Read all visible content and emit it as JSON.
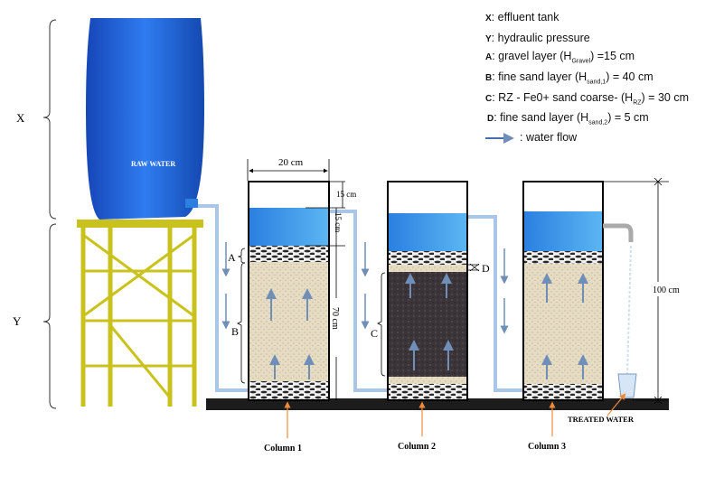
{
  "tank": {
    "label": "RAW WATER"
  },
  "braces": {
    "x_label": "X",
    "y_label": "Y"
  },
  "dimensions": {
    "width": "20 cm",
    "freeboard": "15 cm",
    "water_head": "15 cm",
    "bed_height": "70 cm",
    "total_height": "100 cm"
  },
  "layer_labels": {
    "a": "A",
    "b": "B",
    "c": "C",
    "d": "D"
  },
  "columns": [
    {
      "label": "Column 1"
    },
    {
      "label": "Column 2"
    },
    {
      "label": "Column 3"
    }
  ],
  "outlet": {
    "label": "TREATED WATER"
  },
  "legend": [
    {
      "key": "X",
      "text": ": effluent tank"
    },
    {
      "key": "Y",
      "text": ": hydraulic pressure"
    },
    {
      "key": "A",
      "text": ": gravel layer (H",
      "sub": "Gravel",
      "tail": ") =15 cm"
    },
    {
      "key": "B",
      "text": ": fine sand layer (H",
      "sub": "sand,1",
      "tail": ") = 40 cm"
    },
    {
      "key": "C",
      "text": ": RZ - Fe0+ sand coarse- (H",
      "sub": "RZ",
      "tail": ") = 30 cm"
    },
    {
      "key": "D",
      "text": ": fine sand layer (H",
      "sub": "sand,2",
      "tail": ") = 5 cm"
    },
    {
      "key": "",
      "text": ": water flow"
    }
  ],
  "colors": {
    "water": "#2f8fe8",
    "tank": "#1d63d8",
    "stand": "#c9c21c",
    "pipe": "#a9c6e6",
    "sand": "#e6dcc4",
    "rz": "#3b3439",
    "arrow": "#f08a3a"
  }
}
